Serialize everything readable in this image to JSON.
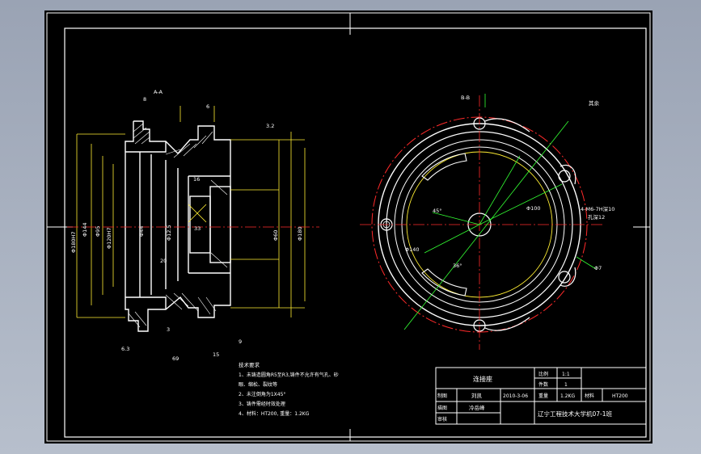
{
  "section_label": "A-A",
  "view_label": "B-B",
  "roughness_note": "其余",
  "dimensions": {
    "top_8": "8",
    "top_6": "6",
    "r_32": "3.2",
    "d_16": "16",
    "d_33": "33",
    "d_20": "20",
    "d_3": "3",
    "d_69": "69",
    "d_15": "15",
    "d_9": "9",
    "phi_120h7": "Φ120H7",
    "phi_95": "Φ95",
    "phi_180h7": "Φ180H7",
    "phi_144": "Φ144",
    "phi_180": "Φ180",
    "phi_44": "Φ44",
    "phi_100": "Φ100",
    "phi_60": "Φ60",
    "phi_12_5": "Φ12.5",
    "phi_140": "Φ140",
    "phi_7": "Φ7",
    "holes_note": "4-M6-7H深10",
    "holes_note2": "孔深12",
    "angle_45": "45°",
    "angle_36": "36°",
    "ra_63": "6.3"
  },
  "tech_requirements": {
    "title": "技术要求",
    "lines": [
      "1、未铸造圆角R5至R3,铸件不允许有气孔、砂",
      "   眼、缩松、裂纹等",
      "2、未注倒角为1X45°",
      "3、铸件需经时效处理",
      "4、材料：HT200, 重量：1.2KG"
    ]
  },
  "title_block": {
    "part_name": "连接座",
    "scale_label": "比例",
    "scale_value": "1:1",
    "qty_label": "件数",
    "qty_value": "1",
    "drawn_label": "制图",
    "drawn_name": "刘凯",
    "drawn_date": "2010-3-06",
    "weight_label": "重量",
    "weight_value": "1.2KG",
    "material_label": "材料",
    "material_value": "HT200",
    "design_label": "描图",
    "design_name": "冷岳峰",
    "review_label": "审核",
    "school": "辽宁工程技术大学机07-1班"
  }
}
